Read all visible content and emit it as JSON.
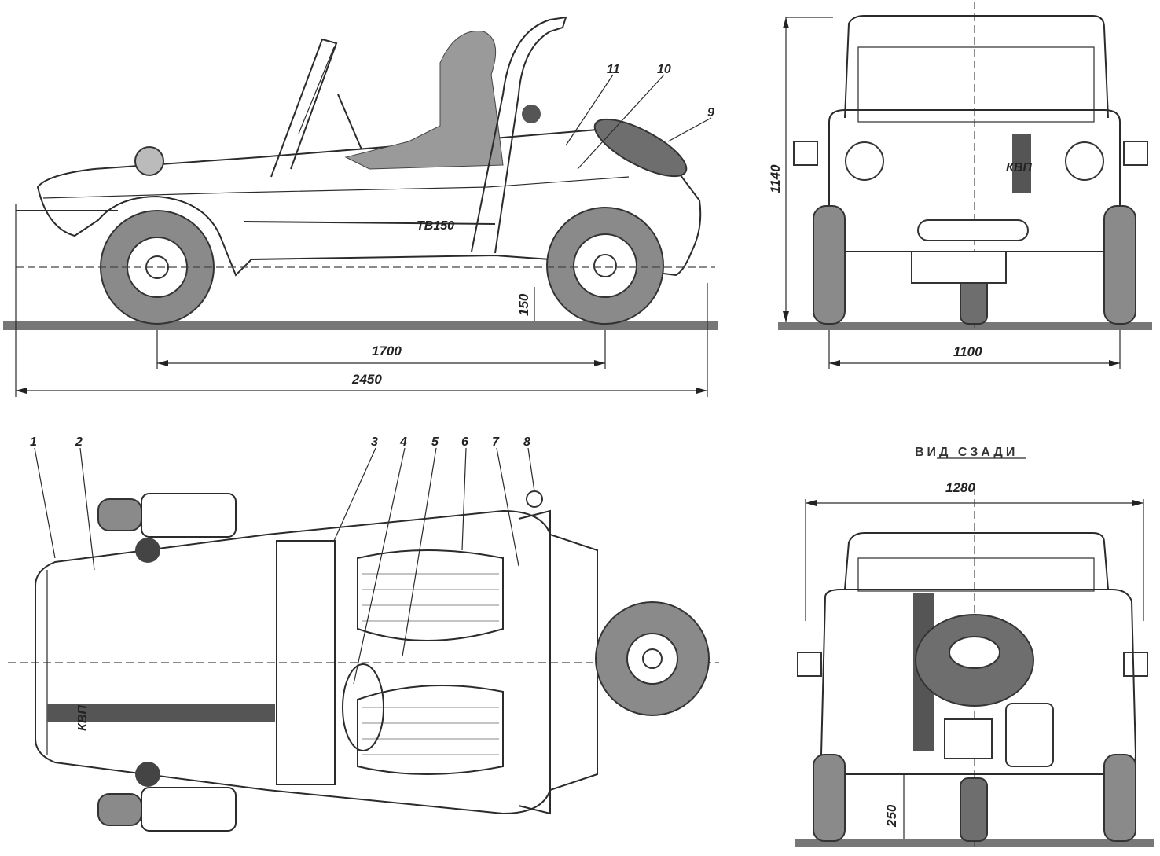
{
  "side_view": {
    "dimensions": {
      "wheelbase": "1700",
      "length": "2450",
      "ground_clearance": "150"
    },
    "callouts": [
      "11",
      "10",
      "9"
    ],
    "body_badge": "ТВ150"
  },
  "front_view": {
    "dimensions": {
      "height": "1140",
      "track": "1100"
    },
    "badge": "КВП"
  },
  "top_view": {
    "callouts": [
      "1",
      "2",
      "3",
      "4",
      "5",
      "6",
      "7",
      "8"
    ],
    "badge": "КВП"
  },
  "rear_view": {
    "title": "ВИД СЗАДИ",
    "dimensions": {
      "width": "1280",
      "ground_clearance": "250"
    }
  }
}
